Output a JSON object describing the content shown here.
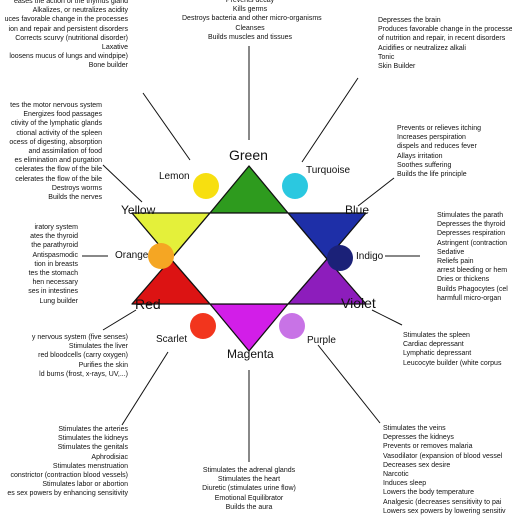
{
  "colors": {
    "green": "#2e9b1e",
    "turquoise": "#2bc8e0",
    "blue": "#1e2fa8",
    "indigo": "#1b2178",
    "violet": "#8d1dbc",
    "purple": "#c873e6",
    "magenta": "#d21ee8",
    "scarlet": "#f2351d",
    "red": "#dc1313",
    "orange": "#f5a623",
    "yellow": "#e4f03a",
    "lemon": "#f7df10"
  },
  "labels": {
    "green": "Green",
    "turquoise": "Turquoise",
    "blue": "Blue",
    "indigo": "Indigo",
    "violet": "Violet",
    "purple": "Purple",
    "magenta": "Magenta",
    "scarlet": "Scarlet",
    "red": "Red",
    "orange": "Orange",
    "yellow": "Yellow",
    "lemon": "Lemon"
  },
  "descriptions": {
    "green": [
      "Prevents decay",
      "Kills germs",
      "Destroys bacteria and other micro-organisms",
      "Cleanses",
      "Builds muscles and tissues"
    ],
    "turquoise": [
      "Depresses the brain",
      "Produces favorable change in the processes",
      "of nutrition and repair, in recent disorders",
      "Acidifies or neutralizez alkali",
      "Tonic",
      "Skin Builder"
    ],
    "blue": [
      "Prevents or relieves itching",
      "Increases perspiration",
      "dispels and reduces fever",
      "Allays irritation",
      "Soothes suffering",
      "Builds the life principle"
    ],
    "indigo": [
      "Stimulates the parath",
      "Depresses the thyroid",
      "Depresses respiration",
      "Astringent (contraction",
      "Sedative",
      "Reliefs pain",
      "arrest bleeding or hem",
      "Dries or thickens",
      "Builds Phagocytes (cel",
      "harmfull micro-organ"
    ],
    "violet": [
      "Stimulates the spleen",
      "Cardiac depressant",
      "Lymphatic depressant",
      "Leucocyte builder (white corpus"
    ],
    "purple": [
      "Stimulates the veins",
      "Depresses the kidneys",
      "Prevents or removes malaria",
      "Vasodilator (expansion of blood vessel",
      "Decreases sex desire",
      "Narcotic",
      "Induces sleep",
      "Lowers the body temperature",
      "Analgesic (decreases sensitivity to pai",
      "Lowers sex powers by lowering sensitiv"
    ],
    "magenta": [
      "Stimulates the adrenal glands",
      "Stimulates the heart",
      "Diuretic (stimulates urine flow)",
      "Emotional Equilibrator",
      "Builds the aura"
    ],
    "scarlet": [
      "Stimulates the arteries",
      "Stimulates the kidneys",
      "Stimulates the genitals",
      "Aphrodisiac",
      "Stimulates menstruation",
      "constrictor (contraction blood vessels)",
      "Stimulates labor or abortion",
      "es sex powers by enhancing sensitivity"
    ],
    "red": [
      "y nervous system (five senses)",
      "Stimulates the liver",
      "red bloodcells (carry oxygen)",
      "Purifies the skin",
      "ld burns (frost, x-rays, UV,...)"
    ],
    "orange": [
      "iratory system",
      "ates the thyroid",
      "the parathyroid",
      "Antispasmodic",
      "tion in breasts",
      "tes the stomach",
      "hen necessary",
      "ses in intestines",
      "Lung builder"
    ],
    "yellow": [
      "tes the motor nervous system",
      "Energizes food passages",
      "ctivity of the lymphatic glands",
      "ctional activity of the spleen",
      "ocess of digesting, absorption",
      "and assimilation of food",
      "es elimination and purgation",
      "celerates the flow of the bile",
      "celerates the flow of the bile",
      "Destroys worms",
      "Builds the nerves"
    ],
    "lemon": [
      "eases the action of the thymus gland",
      "Alkalizes, or neutralizes acidity",
      "uces favorable change in the processes",
      "ion and repair and persistent disorders",
      "Corrects scurvy (nutritional disorder)",
      "Laxative",
      "loosens mucus of lungs and windpipe)",
      "Bone builder"
    ]
  }
}
